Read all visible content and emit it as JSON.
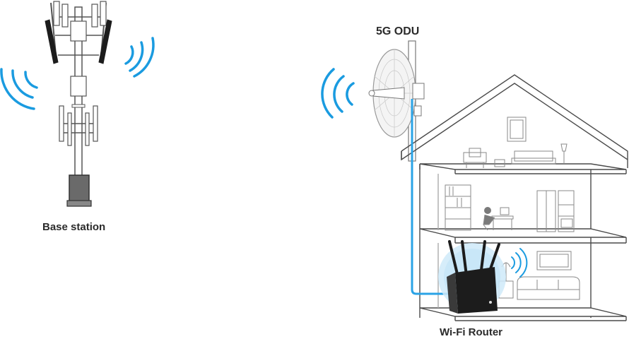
{
  "labels": {
    "base_station": "Base station",
    "odu": "5G ODU",
    "router": "Wi-Fi Router"
  },
  "colors": {
    "signal": "#1a9be0",
    "cable": "#2aa3e6",
    "line_art": "#4a4a4a",
    "light_line_art": "#9a9a9a",
    "router_body": "#1c1c1c",
    "router_glow": "#bfe3f7"
  },
  "icons": [
    "base-station-tower",
    "signal-waves-icon",
    "dish-antenna-icon",
    "house-icon",
    "wifi-router-icon"
  ]
}
